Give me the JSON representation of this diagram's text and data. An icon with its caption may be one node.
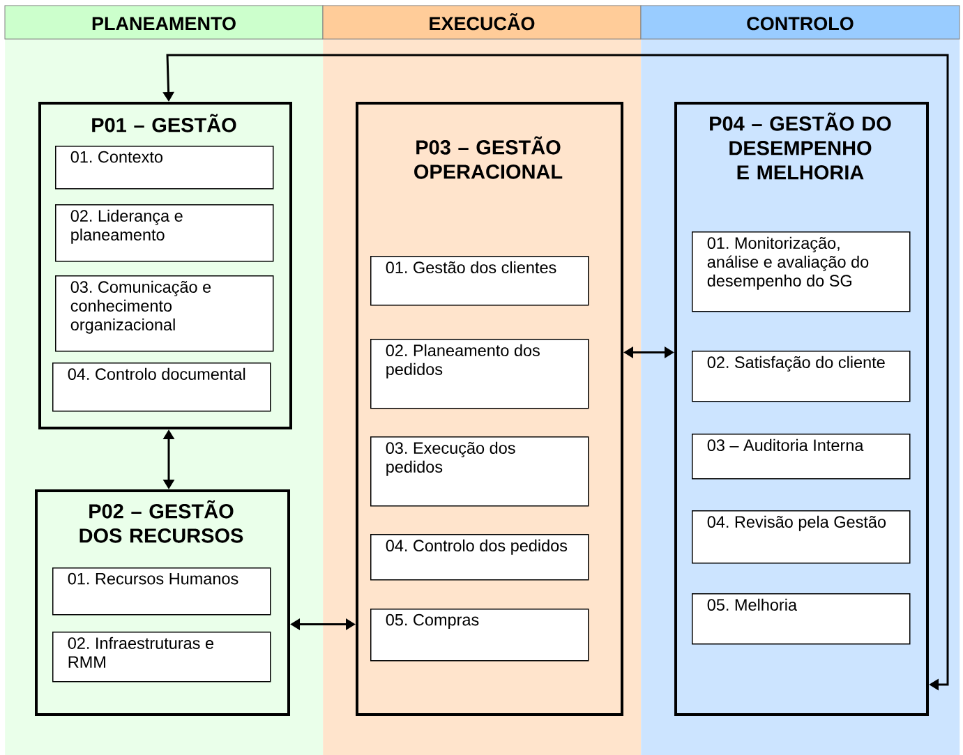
{
  "diagram": {
    "nodes": [
      {
        "text": [
          "PLANEAMENTO"
        ]
      },
      {
        "text": [
          "EXECUCÃO"
        ]
      },
      {
        "text": [
          "CONTROLO"
        ]
      },
      {
        "text": [
          "P01 – GESTÃO"
        ],
        "in": 0
      },
      {
        "text": [
          "01. Contexto"
        ],
        "in": 3
      },
      {
        "text": [
          "02. Liderança e planeamento"
        ],
        "in": 3
      },
      {
        "text": [
          "03. Comunicação e conhecimento organizacional"
        ],
        "in": 3
      },
      {
        "text": [
          "04. Controlo documental"
        ],
        "in": 3
      },
      {
        "text": [
          "P02 – GESTÃO DOS RECURSOS"
        ],
        "in": 0
      },
      {
        "text": [
          "01. Recursos Humanos"
        ],
        "in": 8
      },
      {
        "text": [
          "02. Infraestruturas e RMM"
        ],
        "in": 8
      },
      {
        "text": [
          "P03 – GESTÃO OPERACIONAL"
        ],
        "in": 1
      },
      {
        "text": [
          "01. Gestão dos clientes"
        ],
        "in": 11
      },
      {
        "text": [
          "02. Planeamento dos pedidos"
        ],
        "in": 11
      },
      {
        "text": [
          "03. Execução dos pedidos"
        ],
        "in": 11
      },
      {
        "text": [
          "04. Controlo dos pedidos"
        ],
        "in": 11
      },
      {
        "text": [
          "05. Compras"
        ],
        "in": 11
      },
      {
        "text": [
          "P04 – GESTÃO DO DESEMPENHO E MELHORIA"
        ],
        "in": 2
      },
      {
        "text": [
          "01. Monitorização, análise e avaliação do desempenho do SG"
        ],
        "in": 17
      },
      {
        "text": [
          "02. Satisfação do cliente"
        ],
        "in": 17
      },
      {
        "text": [
          "03 – Auditoria Interna"
        ],
        "in": 17
      },
      {
        "text": [
          "04. Revisão pela Gestão"
        ],
        "in": 17
      },
      {
        "text": [
          "05. Melhoria"
        ],
        "in": 17
      }
    ],
    "edges": [
      {
        "from": 17,
        "to": 3,
        "arrow": "both"
      },
      {
        "from": 3,
        "to": 8,
        "arrow": "both"
      },
      {
        "from": 8,
        "to": 11,
        "arrow": "both"
      },
      {
        "from": 11,
        "to": 17,
        "arrow": "both"
      }
    ]
  }
}
